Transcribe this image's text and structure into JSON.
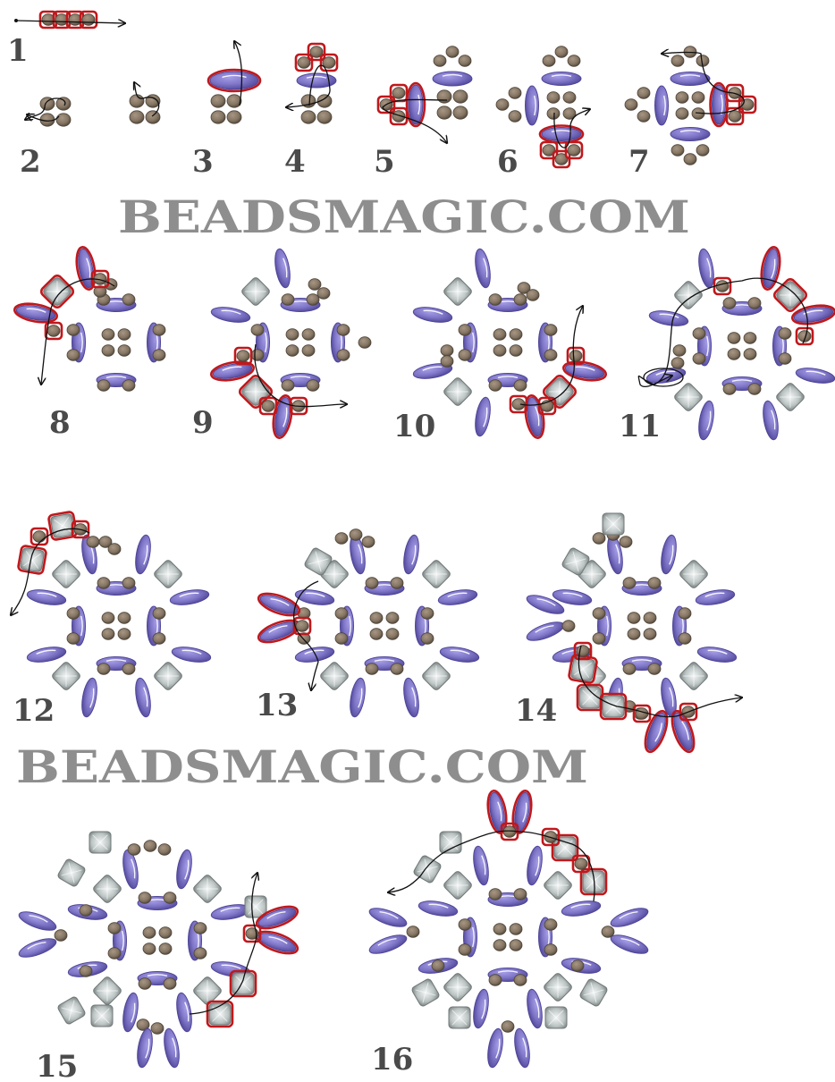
{
  "watermark": "BEADSMAGIC.COM",
  "steps": [
    "1",
    "2",
    "3",
    "4",
    "5",
    "6",
    "7",
    "8",
    "9",
    "10",
    "11",
    "12",
    "13",
    "14",
    "15",
    "16"
  ],
  "colors": {
    "petal_bead": "#7d74c6",
    "petal_bead_dark": "#4f4698",
    "seed_bead": "#857563",
    "seed_bead_dark": "#4e4438",
    "cube_bead": "#bfc6c6",
    "cube_bead_dark": "#6f7777",
    "highlight": "#c0181c",
    "thread": "#111111",
    "step_number": "#4a4a4a",
    "watermark": "#8e8e8e"
  },
  "icons": [
    "petal-bead-icon",
    "seed-bead-icon",
    "cube-bead-icon",
    "thread-arrow-icon"
  ]
}
